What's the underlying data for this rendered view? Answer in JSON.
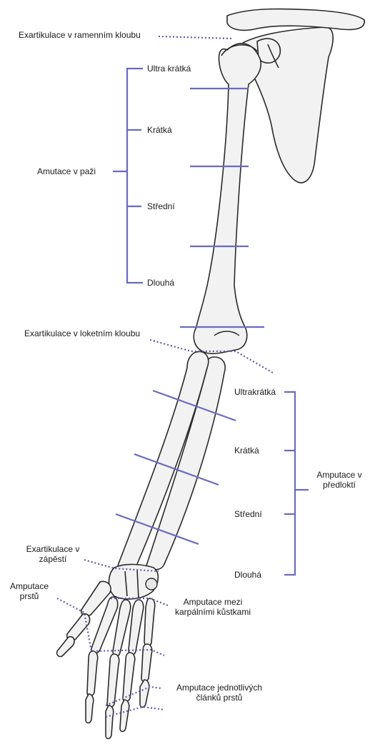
{
  "labels": {
    "shoulder_disarticulation": "Exartikulace v ramenním kloubu",
    "upper_arm_group": "Amutace v paži",
    "upper_arm_ultra_short": "Ultra krátká",
    "upper_arm_short": "Krátká",
    "upper_arm_medium": "Střední",
    "upper_arm_long": "Dlouhá",
    "elbow_disarticulation": "Exartikulace v loketním kloubu",
    "forearm_ultra_short": "Ultrakrátká",
    "forearm_short": "Krátká",
    "forearm_medium": "Střední",
    "forearm_long": "Dlouhá",
    "forearm_group": "Amputace v předloktí",
    "wrist_disarticulation": "Exartikulace v zápěstí",
    "finger_amputation": "Amputace prstů",
    "carpal_amputation": "Amputace mezi karpálními kůstkami",
    "phalanx_amputation": "Amputace jednotlivých článků prstů"
  },
  "colors": {
    "cut_line": "#6a6ac0",
    "bone_fill": "#f2f2f2",
    "bone_outline": "#2a2a2a"
  }
}
